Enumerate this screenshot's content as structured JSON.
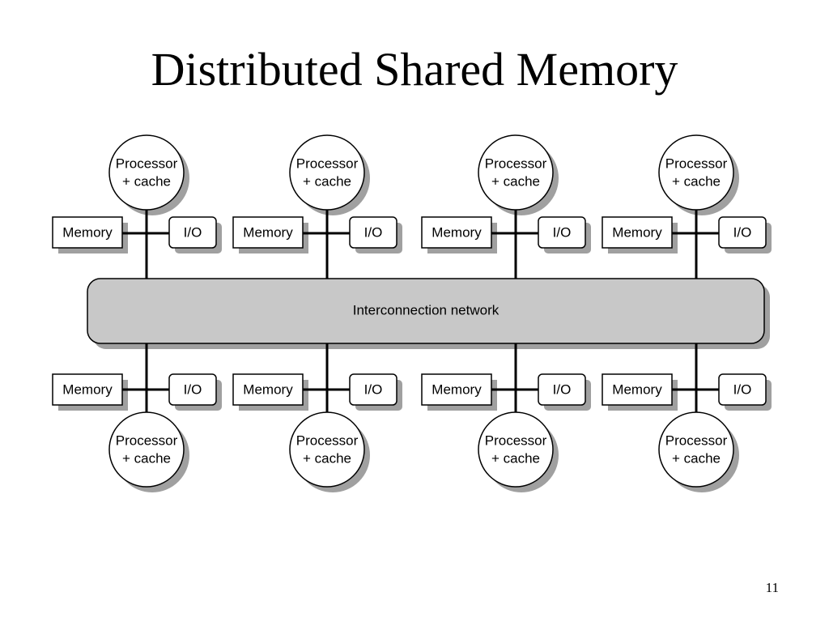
{
  "slide": {
    "title": "Distributed Shared Memory",
    "page_number": "11"
  },
  "diagram": {
    "network_label": "Interconnection network",
    "processor_label_line1": "Processor",
    "processor_label_line2": "+ cache",
    "memory_label": "Memory",
    "io_label": "I/O",
    "nodes_per_row": 4,
    "rows": [
      "top",
      "bottom"
    ],
    "colors": {
      "network_fill": "#c8c8c8",
      "shadow": "#a0a0a0",
      "stroke": "#000000",
      "box_fill": "#ffffff"
    }
  }
}
